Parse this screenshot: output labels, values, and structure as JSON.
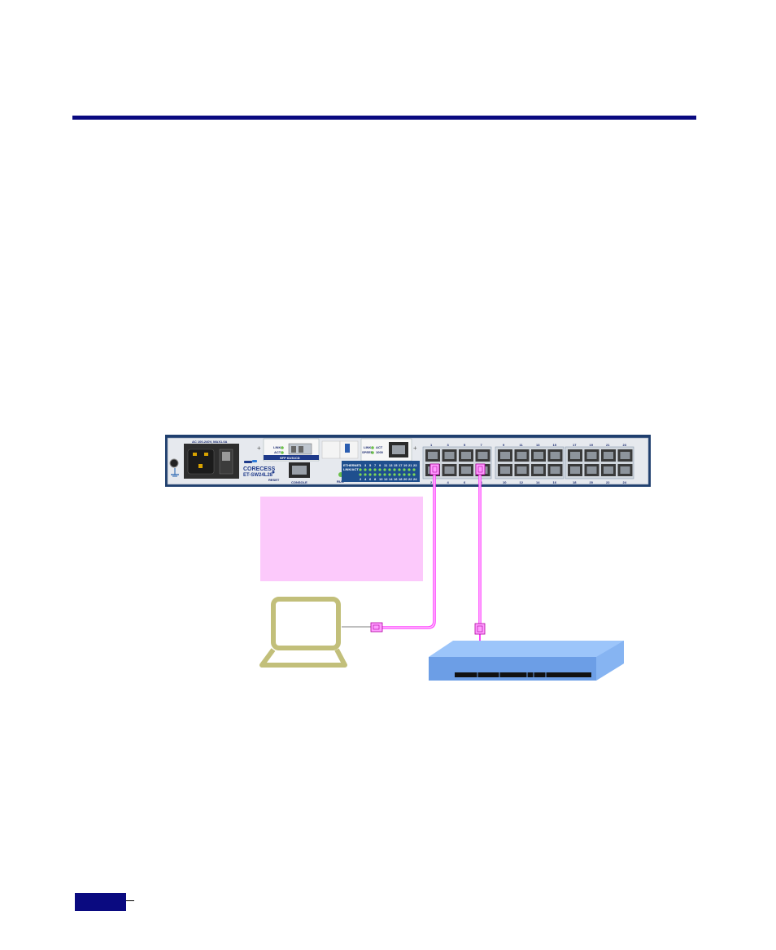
{
  "colors": {
    "rule": "#0a0a80",
    "cable": "#ff33ff",
    "note_box": "#fcc9fb",
    "laptop": "#c2bf7a",
    "hub_top": "#9cc5fa",
    "hub_front": "#6c9ee6"
  },
  "device": {
    "power_label": "AC 100-240V, MAX1.0A",
    "brand": "CORECESS",
    "model": "ET-SW24L28",
    "reset_label": "RESET",
    "console_label": "CONSOLE",
    "run_label": "RUN",
    "sfp_label": "SFP 61/31CD",
    "link_label": "LINK",
    "act_label": "ACT",
    "speed_label": "SPEED",
    "fdx_label": "1000",
    "ethernet_label": "ETHERNET",
    "linkact_label": "LINK/ACT",
    "led_top_numbers": [
      "1",
      "3",
      "5",
      "7",
      "9",
      "11",
      "13",
      "15",
      "17",
      "19",
      "21",
      "23"
    ],
    "led_bottom_numbers": [
      "2",
      "4",
      "6",
      "8",
      "10",
      "12",
      "14",
      "16",
      "18",
      "20",
      "22",
      "24"
    ],
    "port_top_numbers": [
      "1",
      "3",
      "5",
      "7",
      "9",
      "11",
      "13",
      "15",
      "17",
      "19",
      "21",
      "23"
    ],
    "port_bottom_numbers": [
      "2",
      "4",
      "6",
      "8",
      "10",
      "12",
      "14",
      "16",
      "18",
      "20",
      "22",
      "24"
    ]
  },
  "icons": {
    "ground": "ground-symbol-icon",
    "laptop": "laptop-icon",
    "hub": "network-hub-icon",
    "connector": "rj45-plug-icon"
  }
}
